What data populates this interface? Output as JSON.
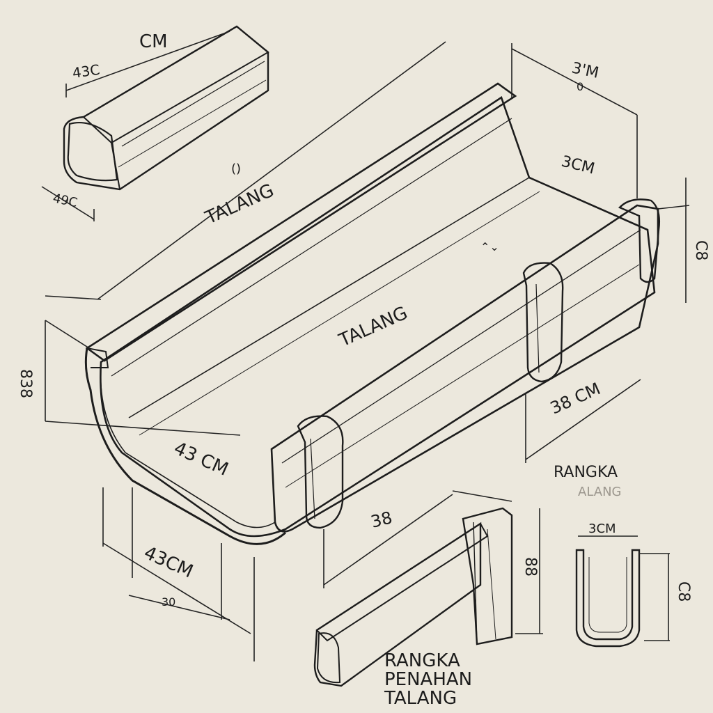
{
  "colors": {
    "paper": "#ece8dd",
    "ink": "#1d1d1d",
    "gutter_face": "#e8e2d4",
    "gutter_inner": "#d9cfd6",
    "shade": "#b9aeb3"
  },
  "labels": {
    "main_label_top": "TALANG",
    "main_label_mid": "TALANG",
    "ring_mark": "()",
    "fold_mark": "⌃⌄"
  },
  "dimensions": {
    "small_box_top": "CM",
    "small_box_left": "43C",
    "small_box_bottom": "49C",
    "top_right_1": "3'M",
    "top_right_2": "0",
    "right_3cm": "3CM",
    "right_vertical": "C8",
    "right_38cm": "38 CM",
    "left_vertical": "838",
    "front_43cm": "43 CM",
    "bottom_43cm": "43CM",
    "bottom_small": "30",
    "bracket_38": "38",
    "bracket_88": "88",
    "profile_3cm": "3CM",
    "profile_c8": "C8"
  },
  "callouts": {
    "rangka_title": "RANGKA",
    "rangka_sub": "ALANG",
    "bracket_line1": "RANGKA",
    "bracket_line2": "PENAHAN",
    "bracket_line3": "TALANG"
  }
}
